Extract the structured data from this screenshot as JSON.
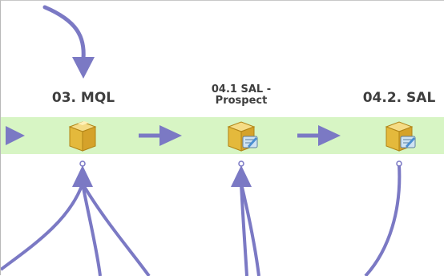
{
  "workflow": {
    "stages": [
      {
        "id": "mql",
        "label": "03. MQL",
        "icon": "box-icon"
      },
      {
        "id": "sal-prospect",
        "label_line1": "04.1 SAL -",
        "label_line2": "Prospect",
        "icon": "box-edit-icon"
      },
      {
        "id": "sal",
        "label": "04.2. SAL",
        "icon": "box-edit-icon"
      }
    ],
    "colors": {
      "band": "#d7f5c4",
      "arrow": "#7b79c4",
      "box_light": "#f3d67a",
      "box_dark": "#c99a26"
    }
  }
}
